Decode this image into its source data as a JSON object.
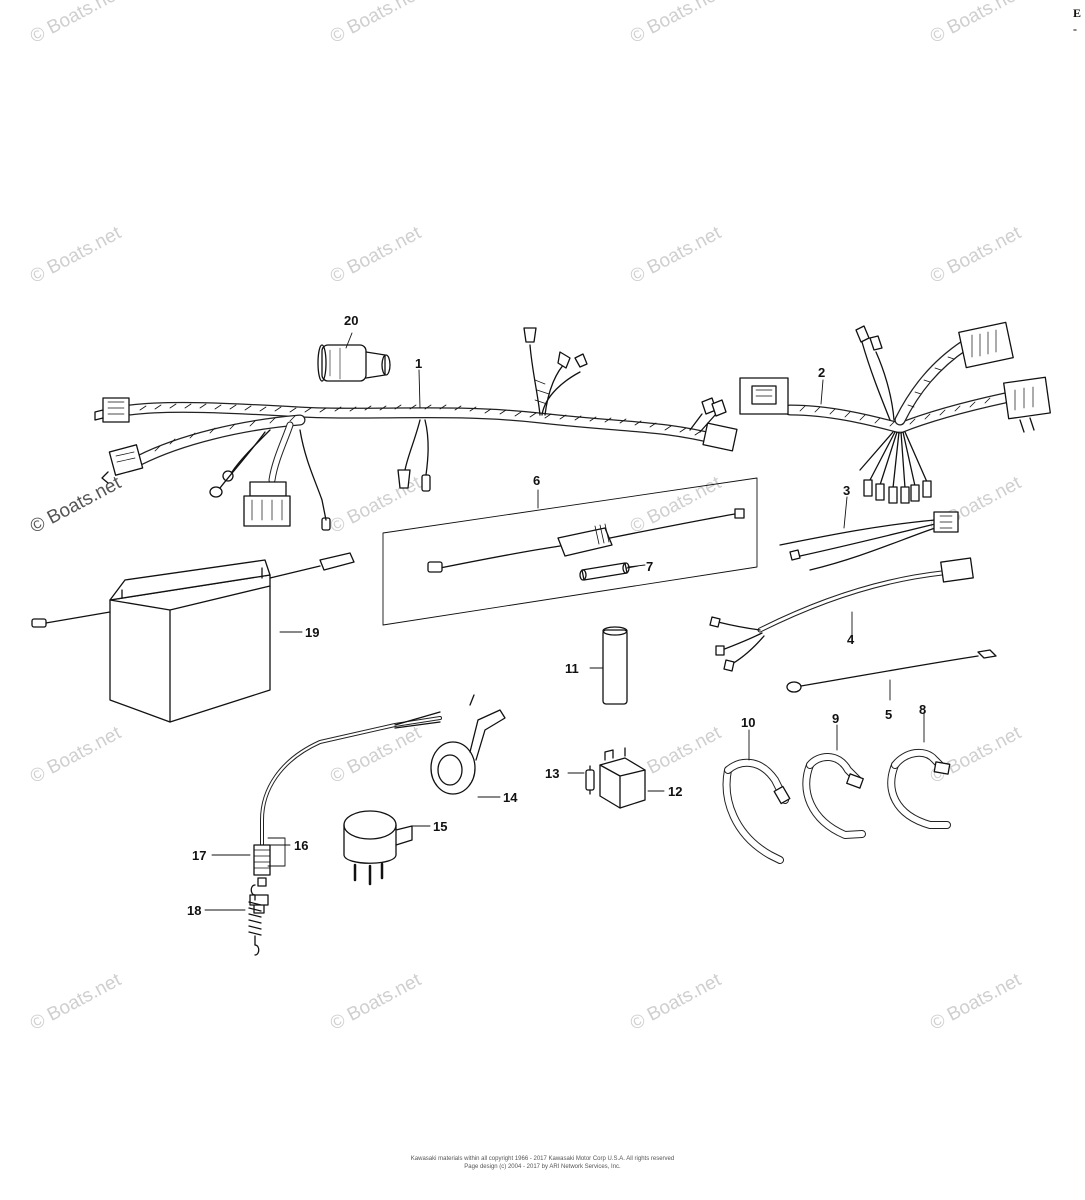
{
  "watermark": "© Boats.net",
  "corner_marks": [
    "E",
    "-"
  ],
  "footer": {
    "line1": "Kawasaki materials within all copyright 1966 - 2017  Kawasaki Motor Corp U.S.A.  All rights reserved",
    "line2": "Page design (c) 2004 - 2017 by ARI Network Services, Inc."
  },
  "callouts": [
    {
      "id": "20",
      "text": "20"
    },
    {
      "id": "1",
      "text": "1"
    },
    {
      "id": "2",
      "text": "2"
    },
    {
      "id": "3",
      "text": "3"
    },
    {
      "id": "4",
      "text": "4"
    },
    {
      "id": "5",
      "text": "5"
    },
    {
      "id": "6",
      "text": "6"
    },
    {
      "id": "7",
      "text": "7"
    },
    {
      "id": "8",
      "text": "8"
    },
    {
      "id": "9",
      "text": "9"
    },
    {
      "id": "10",
      "text": "10"
    },
    {
      "id": "11",
      "text": "11"
    },
    {
      "id": "12",
      "text": "12"
    },
    {
      "id": "13",
      "text": "13"
    },
    {
      "id": "14",
      "text": "14"
    },
    {
      "id": "15",
      "text": "15"
    },
    {
      "id": "16",
      "text": "16"
    },
    {
      "id": "17",
      "text": "17"
    },
    {
      "id": "18",
      "text": "18"
    },
    {
      "id": "19",
      "text": "19"
    }
  ]
}
